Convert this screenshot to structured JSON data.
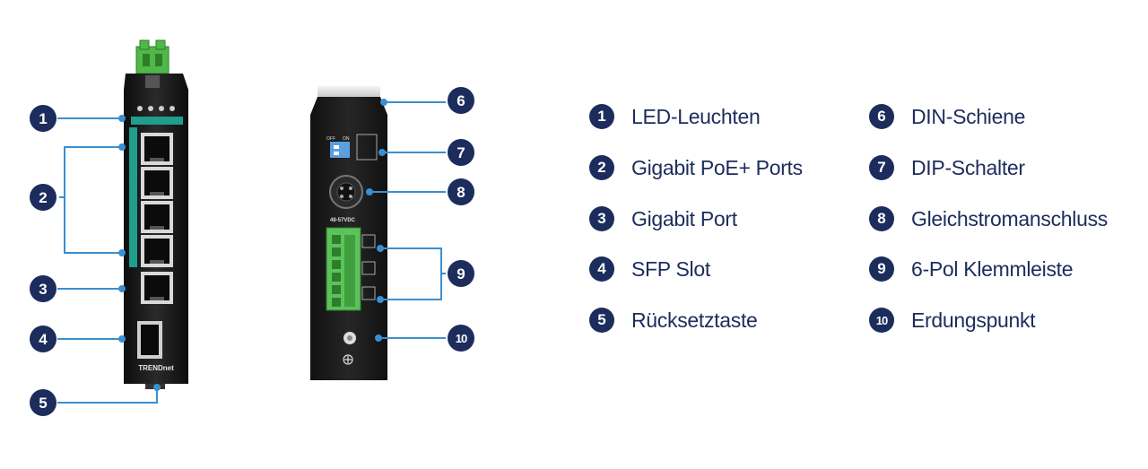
{
  "colors": {
    "badge_fill": "#1c2c5c",
    "callout_line": "#3a8fd0",
    "label_text": "#1c2c5c",
    "device_body": "#1a1a1a",
    "port_strip": "#1f9e8c",
    "terminal_green": "#5cc25a"
  },
  "front_view": {
    "brand": "TRENDnet",
    "callouts": [
      "1",
      "2",
      "3",
      "4",
      "5"
    ]
  },
  "side_view": {
    "dip_labels": {
      "off": "OFF",
      "on": "ON"
    },
    "voltage": "48-57VDC",
    "callouts": [
      "6",
      "7",
      "8",
      "9",
      "10"
    ]
  },
  "legend": [
    {
      "num": "1",
      "text": "LED-Leuchten"
    },
    {
      "num": "2",
      "text": "Gigabit PoE+ Ports"
    },
    {
      "num": "3",
      "text": "Gigabit Port"
    },
    {
      "num": "4",
      "text": "SFP Slot"
    },
    {
      "num": "5",
      "text": "Rücksetztaste"
    },
    {
      "num": "6",
      "text": "DIN-Schiene"
    },
    {
      "num": "7",
      "text": "DIP-Schalter"
    },
    {
      "num": "8",
      "text": "Gleichstromanschluss"
    },
    {
      "num": "9",
      "text": "6-Pol Klemmleiste"
    },
    {
      "num": "10",
      "text": "Erdungspunkt"
    }
  ]
}
